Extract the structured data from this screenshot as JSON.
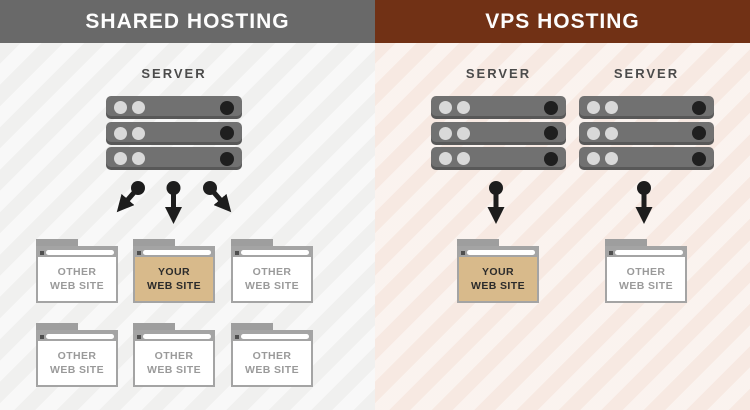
{
  "panels": {
    "shared": {
      "title": "SHARED HOSTING",
      "server_label": "SERVER",
      "folders_row1": [
        {
          "line1": "OTHER",
          "line2": "WEB SITE"
        },
        {
          "line1": "YOUR",
          "line2": "WEB SITE"
        },
        {
          "line1": "OTHER",
          "line2": "WEB SITE"
        }
      ],
      "folders_row2": [
        {
          "line1": "OTHER",
          "line2": "WEB SITE"
        },
        {
          "line1": "OTHER",
          "line2": "WEB SITE"
        },
        {
          "line1": "OTHER",
          "line2": "WEB SITE"
        }
      ]
    },
    "vps": {
      "title": "VPS HOSTING",
      "server_labels": [
        "SERVER",
        "SERVER"
      ],
      "folders": [
        {
          "line1": "YOUR",
          "line2": "WEB SITE"
        },
        {
          "line1": "OTHER",
          "line2": "WEB SITE"
        }
      ]
    }
  },
  "colors": {
    "shared_header": "#696969",
    "vps_header": "#713115",
    "shared_bg": "#f0f0ef",
    "vps_bg": "#f7e9e2",
    "server_body": "#717171",
    "server_dot_light": "#d9d9d9",
    "server_dot_dark": "#1f1f1f",
    "server_label": "#4b4b4b",
    "folder_border": "#a4a4a4",
    "folder_tab": "#9e9e9e",
    "folder_text_other": "#9a9a9a",
    "folder_text_your": "#2b2b2b",
    "your_folder_fill": "#d8ba8b",
    "arrow": "#1d1d1d"
  }
}
